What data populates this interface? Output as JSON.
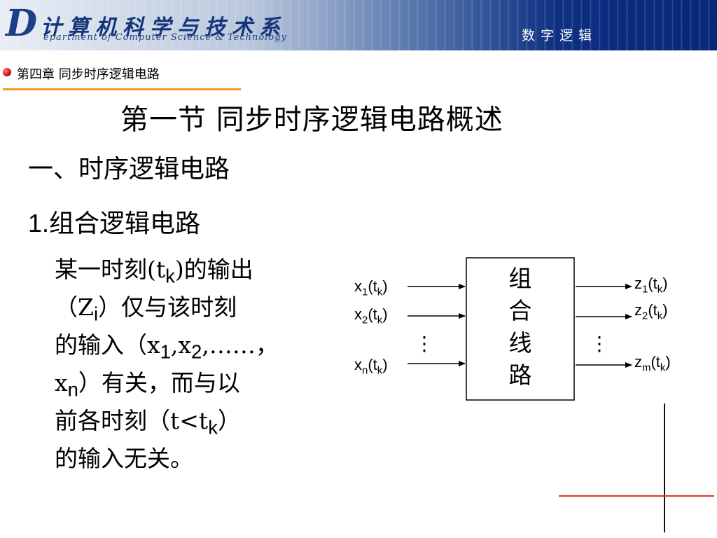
{
  "header": {
    "logo_letter": "D",
    "school_name": "计算机科学与技术系",
    "department_en": "epartment of Computer Science & Technology",
    "course_title": "数字逻辑"
  },
  "chapter": {
    "title": "第四章  同步时序逻辑电路"
  },
  "section": {
    "title": "第一节  同步时序逻辑电路概述"
  },
  "subsection": {
    "title": "一、时序逻辑电路"
  },
  "item": {
    "number": "1.",
    "title": "组合逻辑电路"
  },
  "paragraph": {
    "line1_a": "某一时刻(t",
    "line1_sub": "k",
    "line1_b": ")的输出",
    "line2_a": "（Z",
    "line2_sub": "i",
    "line2_b": "）仅与该时刻",
    "line3_a": "的输入（x",
    "line3_sub1": "1",
    "line3_mid": ",x",
    "line3_sub2": "2",
    "line3_b": ",……，",
    "line4_a": "x",
    "line4_sub": "n",
    "line4_b": "）有关，而与以",
    "line5_a": "前各时刻（t<t",
    "line5_sub": "k",
    "line5_b": "）",
    "line6": "的输入无关。"
  },
  "diagram": {
    "block_chars": [
      "组",
      "合",
      "线",
      "路"
    ],
    "inputs": [
      {
        "var": "x",
        "sub": "1",
        "arg": "t",
        "argsub": "k"
      },
      {
        "var": "x",
        "sub": "2",
        "arg": "t",
        "argsub": "k"
      },
      {
        "var": "x",
        "sub": "n",
        "arg": "t",
        "argsub": "k"
      }
    ],
    "outputs": [
      {
        "var": "z",
        "sub": "1",
        "arg": "t",
        "argsub": "k"
      },
      {
        "var": "z",
        "sub": "2",
        "arg": "t",
        "argsub": "k"
      },
      {
        "var": "z",
        "sub": "m",
        "arg": "t",
        "argsub": "k"
      }
    ],
    "ellipsis": "⋮"
  },
  "colors": {
    "banner_dark": "#0a2777",
    "banner_light": "#e9eef6",
    "chapter_underline": "#f29a1c",
    "bullet": "#d11414",
    "accent_line": "#e0312a"
  }
}
